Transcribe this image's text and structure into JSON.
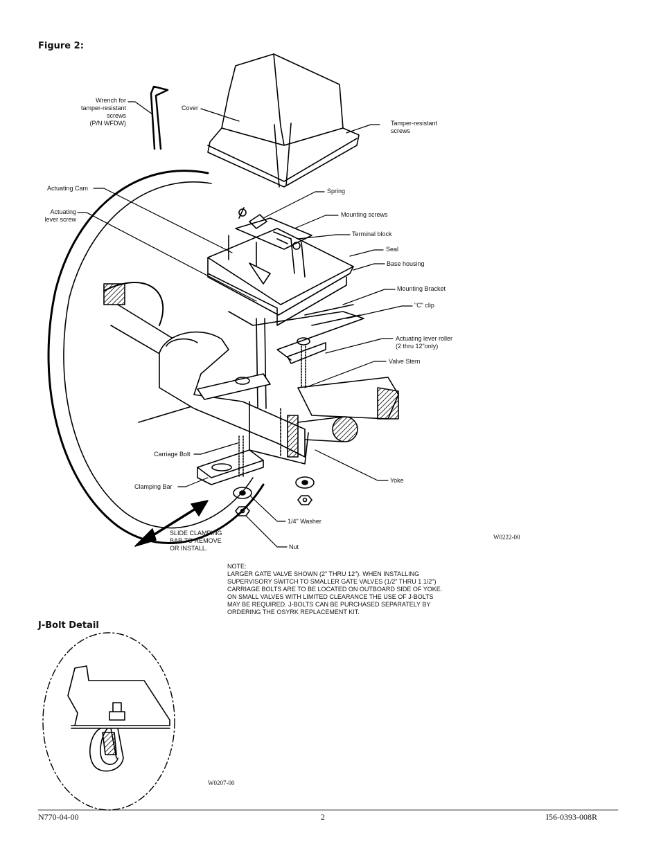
{
  "figure_title": "Figure 2:",
  "labels": {
    "wrench": [
      "Wrench for",
      "tamper-resistant",
      "screws",
      "(P/N WFDW)"
    ],
    "cover": "Cover",
    "tamper_screws": [
      "Tamper-resistant",
      "screws"
    ],
    "actuating_cam": "Actuating Cam",
    "spring": "Spring",
    "actuating_lever_screw": [
      "Actuating",
      "lever screw"
    ],
    "mounting_screws": "Mounting screws",
    "terminal_block": "Terminal block",
    "seal": "Seal",
    "base_housing": "Base housing",
    "mounting_bracket": "Mounting Bracket",
    "c_clip": "\"C\" clip",
    "lever_roller": [
      "Actuating lever roller",
      "(2 thru 12\"only)"
    ],
    "valve_stem": "Valve Stem",
    "carriage_bolt": "Carriage Bolt",
    "yoke": "Yoke",
    "clamping_bar": "Clamping Bar",
    "washer": "1/4\" Washer",
    "slide": [
      "SLIDE CLAMPING",
      "BAR TO REMOVE",
      "OR INSTALL."
    ],
    "nut": "Nut"
  },
  "drawing_code_1": "W0222-00",
  "note": [
    "NOTE:",
    "LARGER GATE VALVE SHOWN (2\" THRU 12\"). WHEN INSTALLING",
    "SUPERVISORY SWITCH TO SMALLER GATE VALVES (1/2\" THRU 1 1/2\")",
    "CARRIAGE BOLTS ARE TO BE LOCATED ON OUTBOARD SIDE OF YOKE.",
    "ON SMALL VALVES WITH LIMITED CLEARANCE THE USE OF J-BOLTS",
    "MAY BE REQUIRED. J-BOLTS CAN BE PURCHASED SEPARATELY BY",
    "ORDERING THE OSYRK REPLACEMENT KIT."
  ],
  "jbolt_title": "J-Bolt Detail",
  "drawing_code_2": "W0207-00",
  "footer": {
    "left": "N770-04-00",
    "center": "2",
    "right": "I56-0393-008R"
  }
}
